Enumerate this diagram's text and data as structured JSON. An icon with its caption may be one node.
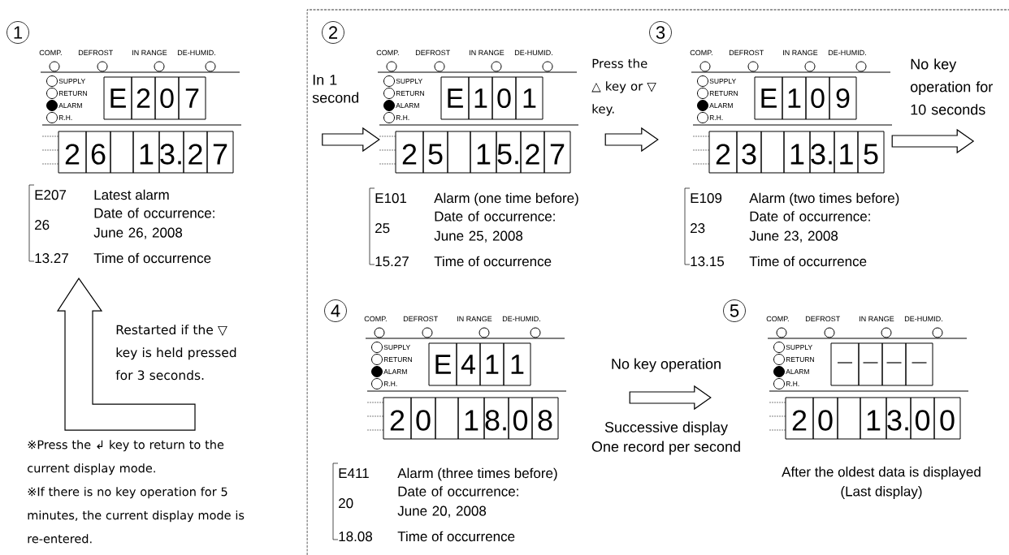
{
  "diagram": {
    "nodes": [
      {
        "text": [
          "COMP.",
          "DEFROST",
          "IN RANGE",
          "DE-HUMID.",
          "SUPPLY",
          "RETURN",
          "ALARM",
          "R.H.",
          "E",
          "2",
          "0",
          "7",
          "2",
          "6",
          "1",
          "3.",
          "2",
          "7"
        ],
        "beside": [
          "E207",
          "Latest alarm",
          "26",
          "Date of occurrence: June 26, 2008",
          "13.27",
          "Time of occurrence"
        ]
      },
      {
        "text": [
          "COMP.",
          "DEFROST",
          "IN RANGE",
          "DE-HUMID.",
          "SUPPLY",
          "RETURN",
          "ALARM",
          "R.H.",
          "E",
          "1",
          "0",
          "1",
          "2",
          "5",
          "1",
          "5.",
          "2",
          "7"
        ],
        "beside": [
          "E101",
          "Alarm (one time before)",
          "25",
          "Date of occurrence: June 25, 2008",
          "15.27",
          "Time of occurrence"
        ]
      },
      {
        "text": [
          "COMP.",
          "DEFROST",
          "IN RANGE",
          "DE-HUMID.",
          "SUPPLY",
          "RETURN",
          "ALARM",
          "R.H.",
          "E",
          "1",
          "0",
          "9",
          "2",
          "3",
          "1",
          "3.",
          "1",
          "5"
        ],
        "beside": [
          "E109",
          "Alarm (two times before)",
          "23",
          "Date of occurrence: June 23, 2008",
          "13.15",
          "Time of occurrence"
        ]
      },
      {
        "text": [
          "COMP.",
          "DEFROST",
          "IN RANGE",
          "DE-HUMID.",
          "SUPPLY",
          "RETURN",
          "ALARM",
          "R.H.",
          "E",
          "4",
          "1",
          "1",
          "2",
          "0",
          "1",
          "8.",
          "0",
          "8"
        ],
        "beside": [
          "E411",
          "Alarm (three times before)",
          "20",
          "Date of occurrence: June 20, 2008",
          "18.08",
          "Time of occurrence"
        ]
      },
      {
        "text": [
          "COMP.",
          "DEFROST",
          "IN RANGE",
          "DE-HUMID.",
          "SUPPLY",
          "RETURN",
          "ALARM",
          "R.H.",
          "—",
          "—",
          "—",
          "—",
          "2",
          "0",
          "1",
          "3.",
          "0",
          "0"
        ],
        "beside": [
          "After the oldest data is displayed",
          "(Last display)"
        ]
      }
    ],
    "edges": [
      {
        "from": null,
        "to": 1,
        "arrow": "to",
        "label": "In 1 second"
      },
      {
        "from": 1,
        "to": 2,
        "arrow": "to",
        "label": "Press the △ key or ▽ key."
      },
      {
        "from": 2,
        "to": null,
        "arrow": "to",
        "label": "No key operation for 10 seconds"
      },
      {
        "from": 3,
        "to": 4,
        "arrow": "to",
        "label": "No key operation"
      },
      {
        "from": null,
        "to": 0,
        "arrow": "to",
        "label": "Restarted if the ▽ key is held pressed for 3 seconds."
      }
    ],
    "labels": [
      "1",
      "2",
      "3",
      "4",
      "5",
      "Successive display",
      "One record per second",
      "※Press the ↲ key to return to the current display mode.",
      "※If there is no key operation for 5 minutes, the current display mode is re-entered."
    ]
  }
}
